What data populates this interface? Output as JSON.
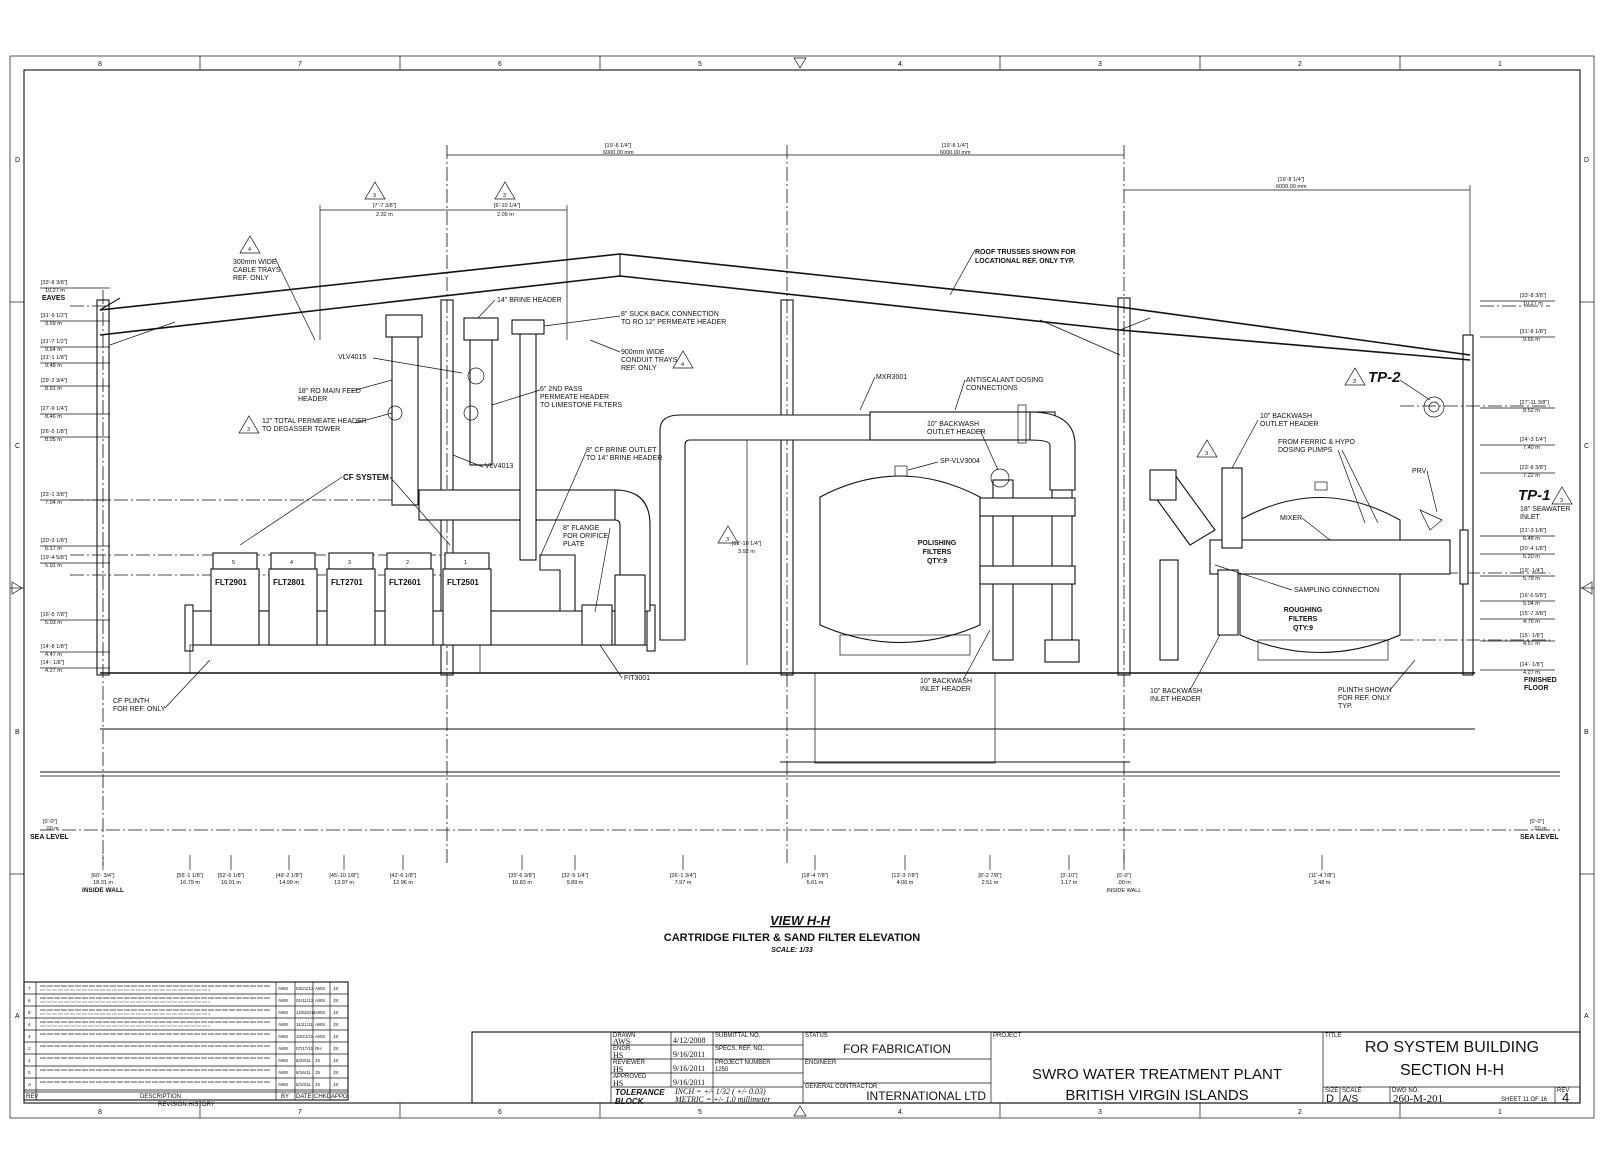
{
  "border": {
    "columns": [
      "8",
      "7",
      "6",
      "5",
      "4",
      "3",
      "2",
      "1"
    ],
    "rows": [
      "D",
      "C",
      "B",
      "A"
    ]
  },
  "view": {
    "title": "VIEW H-H",
    "subtitle": "CARTRIDGE FILTER & SAND FILTER ELEVATION",
    "scale": "SCALE: 1/33"
  },
  "dims_top": {
    "d1_imp": "[19'-8 1/4\"]",
    "d1_m": "6000.00 mm",
    "d2_imp": "[19'-8 1/4\"]",
    "d2_m": "6000.00 mm",
    "d3_imp": "[19'-8 1/4\"]",
    "d3_m": "6000.00 mm",
    "d4_imp": "[7'-7 3/8\"]",
    "d4_m": "2.32 m",
    "d5_imp": "[6'-10 1/4\"]",
    "d5_m": "2.09 m",
    "d6_imp": "[12'-10 1/4\"]",
    "d6_m": "3.92 m"
  },
  "left_elevations": [
    {
      "imp": "[33'-8 3/8\"]",
      "m": "10.27 m",
      "name": "EAVES"
    },
    {
      "imp": "[31'-9 1/2\"]",
      "m": "9.69 m",
      "name": ""
    },
    {
      "imp": "[31'-7 1/2\"]",
      "m": "9.64 m",
      "name": ""
    },
    {
      "imp": "[31'-1 1/8\"]",
      "m": "9.48 m",
      "name": ""
    },
    {
      "imp": "[29'-2 3/4\"]",
      "m": "8.91 m",
      "name": ""
    },
    {
      "imp": "[27'-9 1/4\"]",
      "m": "8.46 m",
      "name": ""
    },
    {
      "imp": "[26'-5 1/8\"]",
      "m": "8.05 m",
      "name": ""
    },
    {
      "imp": "[23'-1 3/8\"]",
      "m": "7.04 m",
      "name": ""
    },
    {
      "imp": "[20'-3 1/8\"]",
      "m": "6.17 m",
      "name": ""
    },
    {
      "imp": "[19'-4 5/8\"]",
      "m": "5.91 m",
      "name": ""
    },
    {
      "imp": "[16'-5 7/8\"]",
      "m": "5.03 m",
      "name": ""
    },
    {
      "imp": "[14'-8 1/8\"]",
      "m": "4.47 m",
      "name": ""
    },
    {
      "imp": "[14'- 1/8\"]",
      "m": "4.27 m",
      "name": ""
    }
  ],
  "right_elevations": [
    {
      "imp": "[33'-8 3/8\"]",
      "m": "10.27 m",
      "name": ""
    },
    {
      "imp": "[31'-8 1/8\"]",
      "m": "9.65 m",
      "name": ""
    },
    {
      "imp": "[27'-11 3/8\"]",
      "m": "8.52 m",
      "name": ""
    },
    {
      "imp": "[24'-3 1/4\"]",
      "m": "7.40 m",
      "name": ""
    },
    {
      "imp": "[23'-8 3/8\"]",
      "m": "7.22 m",
      "name": ""
    },
    {
      "imp": "[21'-3 1/8\"]",
      "m": "6.48 m",
      "name": ""
    },
    {
      "imp": "[20'-4 1/8\"]",
      "m": "6.20 m",
      "name": ""
    },
    {
      "imp": "[19'- 1/4\"]",
      "m": "5.79 m",
      "name": ""
    },
    {
      "imp": "[16'-6 5/8\"]",
      "m": "5.04 m",
      "name": ""
    },
    {
      "imp": "[15'-7 3/8\"]",
      "m": "4.76 m",
      "name": ""
    },
    {
      "imp": "[15'- 1/8\"]",
      "m": "4.57 m",
      "name": ""
    },
    {
      "imp": "[14'- 1/8\"]",
      "m": "4.27 m",
      "name": "FINISHED FLOOR"
    }
  ],
  "sea_level": {
    "imp": "[0'-0\"]",
    "m": ".00 m",
    "name": "SEA LEVEL"
  },
  "bottom_dims": [
    {
      "imp": "[60'- 3/4\"]",
      "m": "18.31 m",
      "name": "INSIDE WALL"
    },
    {
      "imp": "[55'-1 1/8\"]",
      "m": "16.79 m",
      "name": ""
    },
    {
      "imp": "[52'-6 1/8\"]",
      "m": "16.01 m",
      "name": ""
    },
    {
      "imp": "[49'-2 1/8\"]",
      "m": "14.99 m",
      "name": ""
    },
    {
      "imp": "[45'-10 1/8\"]",
      "m": "13.97 m",
      "name": ""
    },
    {
      "imp": "[42'-6 1/8\"]",
      "m": "12.96 m",
      "name": ""
    },
    {
      "imp": "[35'-6 3/8\"]",
      "m": "10.83 m",
      "name": ""
    },
    {
      "imp": "[32'-5 1/4\"]",
      "m": "9.89 m",
      "name": ""
    },
    {
      "imp": "[26'-1 3/4\"]",
      "m": "7.97 m",
      "name": ""
    },
    {
      "imp": "[18'-4 7/8\"]",
      "m": "5.61 m",
      "name": ""
    },
    {
      "imp": "[13'-3 7/8\"]",
      "m": "4.06 m",
      "name": ""
    },
    {
      "imp": "[8'-2 7/8\"]",
      "m": "2.51 m",
      "name": ""
    },
    {
      "imp": "[3'-10\"]",
      "m": "1.17 m",
      "name": ""
    },
    {
      "imp": "[0'-0\"]",
      "m": ".00 m",
      "name": "INSIDE WALL"
    },
    {
      "imp": "[11'-4 7/8\"]",
      "m": "3.48 m",
      "name": ""
    }
  ],
  "notes": {
    "cable_trays": "300mm WIDE\nCABLE TRAYS\nREF. ONLY",
    "roof_trusses": "ROOF TRUSSES SHOWN FOR\nLOCATIONAL REF. ONLY TYP.",
    "brine_header": "14\" BRINE HEADER",
    "suck_back": "8\" SUCK BACK CONNECTION\nTO RO 12\" PERMEATE HEADER",
    "conduit_trays": "900mm WIDE\nCONDUIT TRAYS\nREF. ONLY",
    "vlv4015": "VLV4015",
    "ro_main_feed": "18\" RO MAIN FEED\nHEADER",
    "second_pass": "6\" 2ND PASS\nPERMEATE HEADER\nTO LIMESTONE FILTERS",
    "total_permeate": "12\" TOTAL PERMEATE HEADER\nTO DEGASSER TOWER",
    "cf_brine_outlet": "8\" CF BRINE OUTLET\nTO 14\" BRINE HEADER",
    "vlv4013": "VLV4013",
    "cf_system": "CF SYSTEM",
    "flange_orifice": "8\" FLANGE\nFOR ORIFICE\nPLATE",
    "mxr3001": "MXR3001",
    "antiscalant": "ANTISCALANT DOSING\nCONNECTIONS",
    "backwash_outlet_1": "10\" BACKWASH\nOUTLET HEADER",
    "sp_vlv3004": "SP-VLV3004",
    "polishing_filters": "POLISHING\nFILTERS\nQTY:9",
    "backwash_inlet_1": "10\" BACKWASH\nINLET HEADER",
    "fit3001": "FIT3001",
    "cf_plinth": "CF PLINTH\nFOR REF. ONLY",
    "backwash_outlet_2": "10\" BACKWASH\nOUTLET HEADER",
    "ferric_hypo": "FROM FERRIC & HYPO\nDOSING PUMPS",
    "prv": "PRV",
    "mixer": "MIXER",
    "seawater_inlet": "18\" SEAWATER\nINLET",
    "sampling": "SAMPLING CONNECTION",
    "roughing_filters": "ROUGHING\nFILTERS\nQTY:9",
    "backwash_inlet_2": "10\" BACKWASH\nINLET HEADER",
    "plinth_shown": "PLINTH SHOWN\nFOR REF. ONLY\nTYP.",
    "tp1": "TP-1",
    "tp2": "TP-2"
  },
  "revision_triangles": [
    "3",
    "3",
    "4",
    "4",
    "3",
    "3",
    "3",
    "3",
    "3",
    "3"
  ],
  "cf_filters": [
    {
      "num": "5",
      "tag": "FLT2901"
    },
    {
      "num": "4",
      "tag": "FLT2801"
    },
    {
      "num": "3",
      "tag": "FLT2701"
    },
    {
      "num": "2",
      "tag": "FLT2601"
    },
    {
      "num": "1",
      "tag": "FLT2501"
    }
  ],
  "revision_history": {
    "caption": "REVISION HISTORY",
    "headers": [
      "REV",
      "DESCRIPTION",
      "BY",
      "DATE",
      "CHKD",
      "APPD"
    ],
    "rows": [
      {
        "rev": "7",
        "by": "AWS",
        "date": "03/21/12",
        "chkd": "AWS",
        "appd": "JS"
      },
      {
        "rev": "6",
        "by": "AWS",
        "date": "01/11/12",
        "chkd": "AWS",
        "appd": "JS"
      },
      {
        "rev": "5",
        "by": "AWS",
        "date": "12/6/2011",
        "chkd": "AWS",
        "appd": "JS"
      },
      {
        "rev": "4",
        "by": "AWS",
        "date": "11/21/11",
        "chkd": "AWS",
        "appd": "JS"
      },
      {
        "rev": "3",
        "by": "AWS",
        "date": "10/21/11",
        "chkd": "AWS",
        "appd": "JS"
      },
      {
        "rev": "2",
        "by": "AWS",
        "date": "07/17/11",
        "chkd": "RH",
        "appd": "JS"
      },
      {
        "rev": "1",
        "by": "AWS",
        "date": "6/23/11",
        "chkd": "JS",
        "appd": "JS"
      },
      {
        "rev": "0",
        "by": "AWS",
        "date": "6/16/11",
        "chkd": "JS",
        "appd": "JS"
      },
      {
        "rev": "A",
        "by": "AWS",
        "date": "6/10/11",
        "chkd": "JS",
        "appd": "JS"
      }
    ]
  },
  "title_block": {
    "drawn_label": "DRAWN",
    "drawn": "AWS",
    "drawn_date": "4/12/2008",
    "engr_label": "ENGR",
    "engr": "HS",
    "engr_date": "9/16/2011",
    "reviewer_label": "REVIEWER",
    "reviewer": "HS",
    "reviewer_date": "9/16/2011",
    "approved_label": "APPROVED",
    "approved": "HS",
    "approved_date": "9/16/2011",
    "submittal_label": "SUBMITTAL NO.",
    "specs_label": "SPECS. REF. NO.",
    "project_number_label": "PROJECT NUMBER",
    "project_number": "1250",
    "tolerance_label": "TOLERANCE\nBLOCK",
    "tol_inch": "INCH = +/- 1/32 ( +/- 0.03)",
    "tol_metric": "METRIC = +/- 1.0 millimeter",
    "status_label": "STATUS",
    "status": "FOR FABRICATION",
    "engineer_label": "ENGINEER",
    "contractor_label": "GENERAL CONTRACTOR",
    "contractor": "INTERNATIONAL LTD",
    "project_label": "PROJECT",
    "project_line1": "SWRO WATER TREATMENT PLANT",
    "project_line2": "BRITISH VIRGIN ISLANDS",
    "title_label": "TITLE",
    "title_line1": "RO SYSTEM BUILDING",
    "title_line2": "SECTION H-H",
    "size_label": "SIZE",
    "size": "D",
    "scale_label": "SCALE",
    "scale": "A/S",
    "dwg_label": "DWG NO.",
    "dwg": "260-M-201",
    "sheet": "SHEET 11 OF 16",
    "rev_label": "REV",
    "rev": "4"
  }
}
